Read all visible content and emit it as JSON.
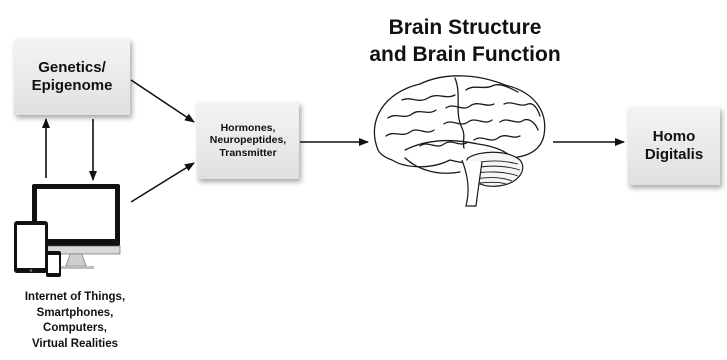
{
  "title": "Brain Structure\nand Brain Function",
  "nodes": {
    "genetics": "Genetics/\nEpigenome",
    "hormones": "Hormones,\nNeuropeptides,\nTransmitter",
    "homo_digitalis": "Homo\nDigitalis",
    "devices": "Internet of Things,\nSmartphones,\nComputers,\nVirtual Realities"
  },
  "icons": {
    "brain": "brain-icon",
    "devices": "devices-icon"
  }
}
